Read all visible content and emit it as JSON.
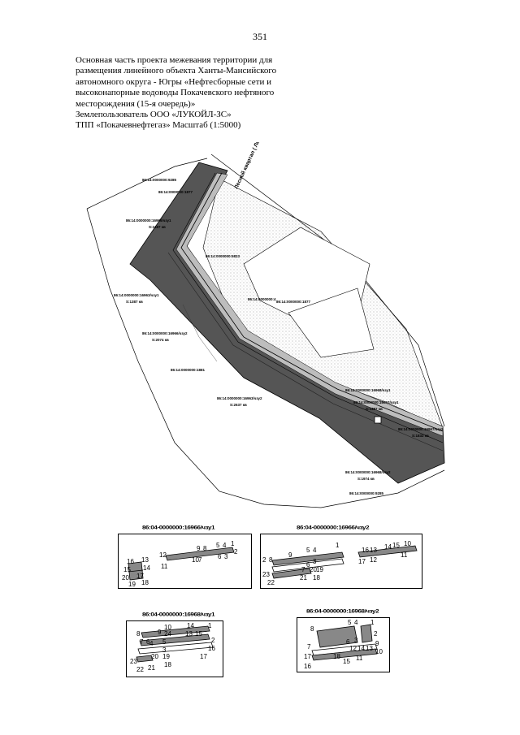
{
  "page_number": "351",
  "title_lines": [
    "Основная часть проекта межевания территории для",
    "размещения линейного объекта Ханты-Мансийского",
    "автономного округа - Югры «Нефтесборные сети и",
    "высоконапорные водоводы Покачевского нефтяного",
    "месторождения (15-я очередь)»",
    "Землепользователь ООО «ЛУКОЙЛ-ЗС»",
    "ТПП «Покачевнефтегаз» Масштаб (1:5000)"
  ],
  "map": {
    "boundary_label": "Лесной квартал ( Лесхоз 1",
    "parcel_labels": [
      "86:14:0000000:9285",
      "86:14:0000000:1877",
      "86:14:0000000:16966/чзу1",
      "86:14:0000000:5823",
      "86:14:0000000:16963/чзу1",
      "86:14:0000000:16966/чзу2",
      "86:14:0000000:1881",
      "86:14:0000000:16963/чзу2",
      "86:14:0000000:4",
      "86:14:0000000:1877",
      "86:14:0000000:16968/чзу1",
      "86:14:0000000:16967/чзу1",
      "86:14:0000000:16967/чзу2",
      "86:14:0000000:16968/чзу2",
      "86:14:0000000:9285"
    ],
    "area_labels": [
      "S:2487 кв",
      "S:1387 кв",
      "S:2074 кв",
      "S:2637 кв",
      "S:1387 кв",
      "S:1832 кв",
      "S:1974 кв"
    ]
  },
  "insets": [
    {
      "title": "86:04-0000000:16966/чзу1",
      "labels": [
        "12",
        "11",
        "9",
        "8",
        "10",
        "7",
        "5",
        "4",
        "1",
        "3",
        "6",
        "2",
        "16",
        "15",
        "13",
        "14",
        "20",
        "19",
        "17",
        "18"
      ]
    },
    {
      "title": "86:04-0000000:16966/чзу2",
      "labels": [
        "2",
        "8",
        "9",
        "5",
        "4",
        "1",
        "3",
        "6",
        "7",
        "20",
        "19",
        "23",
        "22",
        "21",
        "18",
        "16",
        "13",
        "14",
        "15",
        "10",
        "17",
        "12",
        "11"
      ]
    },
    {
      "title": "86:04-0000000:16968/чзу1",
      "labels": [
        "10",
        "14",
        "1",
        "8",
        "9",
        "24",
        "13",
        "15",
        "7",
        "6",
        "5",
        "3",
        "2",
        "4",
        "20",
        "19",
        "16",
        "23",
        "22",
        "21",
        "18",
        "17"
      ]
    },
    {
      "title": "86:04-0000000:16968/чзу2",
      "labels": [
        "5",
        "4",
        "1",
        "8",
        "2",
        "6",
        "3",
        "7",
        "9",
        "12",
        "14",
        "13",
        "10",
        "17",
        "18",
        "15",
        "11",
        "16"
      ]
    }
  ]
}
